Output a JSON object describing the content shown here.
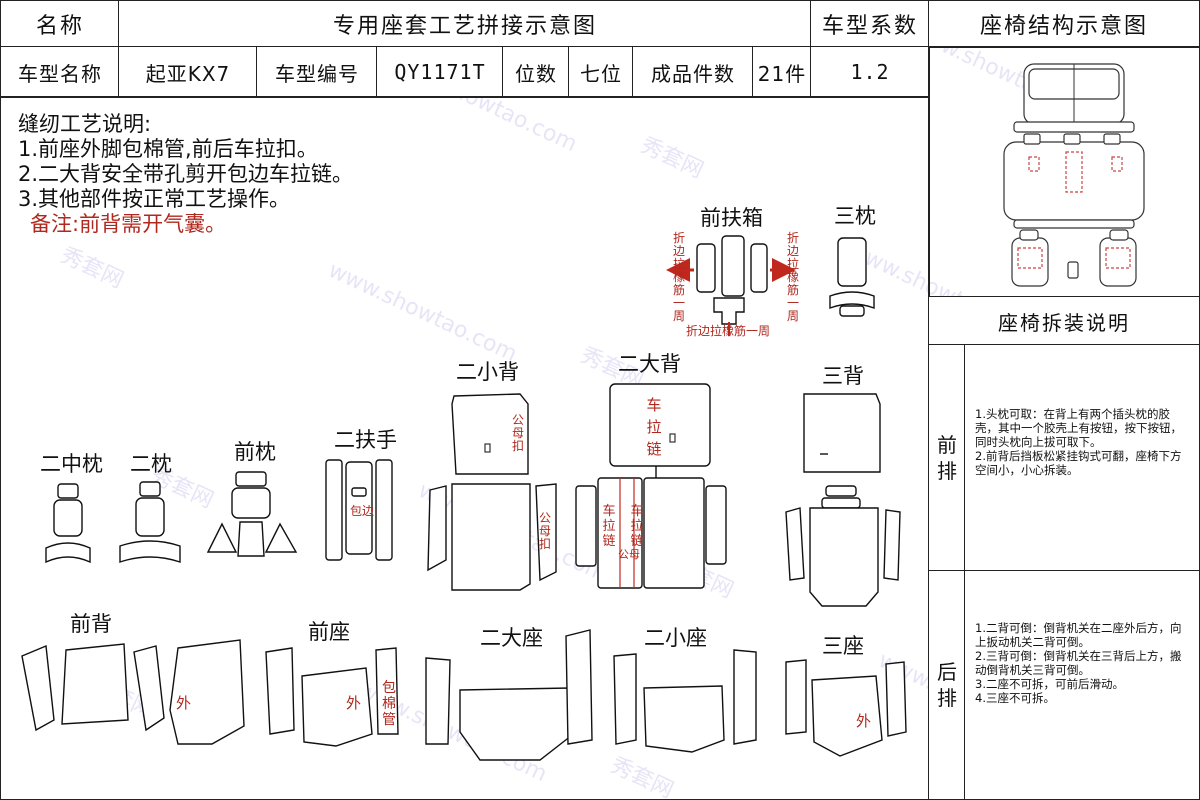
{
  "header": {
    "name_label": "名称",
    "title": "专用座套工艺拼接示意图",
    "coef_label": "车型系数",
    "struct_title": "座椅结构示意图"
  },
  "info": {
    "model_name_label": "车型名称",
    "model_name": "起亚KX7",
    "model_code_label": "车型编号",
    "model_code": "QY1171T",
    "seats_label": "位数",
    "seats": "七位",
    "pieces_label": "成品件数",
    "pieces": "21件",
    "coef": "1.2"
  },
  "notes": {
    "title": "缝纫工艺说明:",
    "lines": [
      "1.前座外脚包棉管,前后车拉扣。",
      "2.二大背安全带孔剪开包边车拉链。",
      "3.其他部件按正常工艺操作。"
    ],
    "remark": "备注:前背需开气囊。"
  },
  "parts": {
    "front_box": "前扶箱",
    "third_pillow": "三枕",
    "second_small_back": "二小背",
    "second_big_back": "二大背",
    "third_back": "三背",
    "second_mid_pillow": "二中枕",
    "second_pillow": "二枕",
    "front_pillow": "前枕",
    "second_armrest": "二扶手",
    "front_back": "前背",
    "front_seat": "前座",
    "second_big_seat": "二大座",
    "second_small_seat": "二小座",
    "third_seat": "三座"
  },
  "annotations": {
    "fold_left": "折边拉橡筋一周",
    "fold_right": "折边拉橡筋一周",
    "fold_bottom": "折边拉橡筋一周",
    "mother_buckle": "公母扣",
    "mother_buckle_2": "公母扣",
    "zipper": "车拉链",
    "zipper_2": "车拉链",
    "zipper_3": "车拉链",
    "public_mother": "公母",
    "edge_wrap": "包边",
    "outer_1": "外",
    "outer_2": "外",
    "outer_3": "外",
    "cotton_tube": "包棉管"
  },
  "side": {
    "disassembly_title": "座椅拆装说明",
    "front_row_label": "前排",
    "front_row_text": "1.头枕可取：在背上有两个插头枕的胶壳，其中一个胶壳上有按钮，按下按钮，同时头枕向上拔可取下。\n2.前背后挡板松紧挂钩式可翻，座椅下方空间小，小心拆装。",
    "rear_row_label": "后排",
    "rear_row_text": "1.二背可倒：倒背机关在二座外后方，向上扳动机关二背可倒。\n2.三背可倒：倒背机关在三背后上方，搬动倒背机关三背可倒。\n3.二座不可拆，可前后滑动。\n4.三座不可拆。"
  },
  "watermark": {
    "text_cn": "秀套网",
    "text_en": "www.showtao.com"
  }
}
